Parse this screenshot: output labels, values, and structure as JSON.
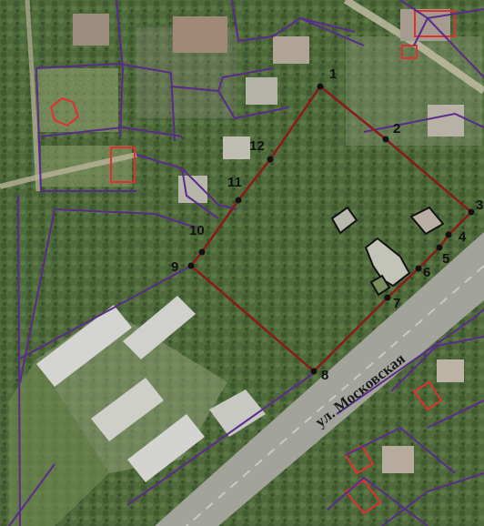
{
  "map": {
    "street_label": "ул. Московская",
    "boundary_points": [
      {
        "id": "1",
        "label": "1"
      },
      {
        "id": "2",
        "label": "2"
      },
      {
        "id": "3",
        "label": "3"
      },
      {
        "id": "4",
        "label": "4"
      },
      {
        "id": "5",
        "label": "5"
      },
      {
        "id": "6",
        "label": "6"
      },
      {
        "id": "7",
        "label": "7"
      },
      {
        "id": "8",
        "label": "8"
      },
      {
        "id": "9",
        "label": "9"
      },
      {
        "id": "10",
        "label": "10"
      },
      {
        "id": "11",
        "label": "11"
      },
      {
        "id": "12",
        "label": "12"
      }
    ],
    "colors": {
      "site_boundary": "#8b1a1a",
      "cadastral_lines": "#5b2a8c",
      "buildings_outline": "#e03030",
      "vegetation": "#4f6b3c",
      "road": "#9a9c93"
    }
  }
}
